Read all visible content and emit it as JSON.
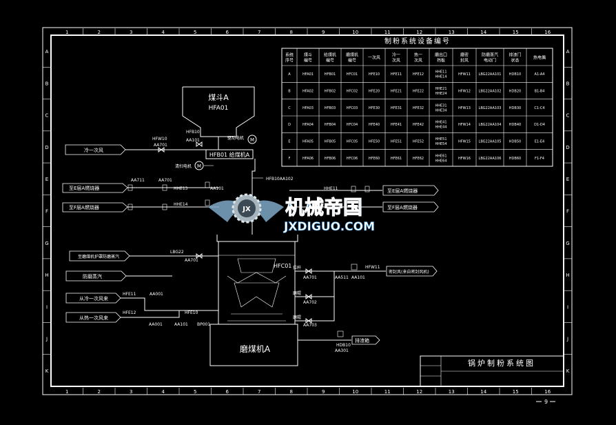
{
  "frame": {
    "columns": [
      "1",
      "2",
      "3",
      "4",
      "5",
      "6",
      "7",
      "8",
      "9",
      "10",
      "11",
      "12",
      "13",
      "14",
      "15",
      "16"
    ],
    "rows": [
      "A",
      "B",
      "C",
      "D",
      "E",
      "F",
      "G",
      "H",
      "I",
      "J",
      "K"
    ],
    "page_number": "9"
  },
  "table": {
    "title": "制粉系统设备编号",
    "headers": [
      "系统序号",
      "煤斗编号",
      "给煤机编号",
      "磨煤机编号",
      "一次风",
      "冷一次风",
      "热一次风",
      "磨出口挡板",
      "磨密封风",
      "防磨蒸汽电动门",
      "排渣门状态",
      "热电偶"
    ],
    "rows": [
      [
        "A",
        "HFA01",
        "HFB01",
        "HFC01",
        "HFE10",
        "HFE11",
        "HFE12",
        "HHE11\nHHE14",
        "HFW11",
        "LBG22AA101",
        "HDB10",
        "A1-A4"
      ],
      [
        "B",
        "HFA02",
        "HFB02",
        "HFC02",
        "HFE20",
        "HFE21",
        "HFE22",
        "HHE21\nHHE24",
        "HFW12",
        "LBG22AA102",
        "HDB20",
        "B1-B4"
      ],
      [
        "C",
        "HFA03",
        "HFB03",
        "HFC03",
        "HFE30",
        "HFE31",
        "HFE32",
        "HHE31\nHHE34",
        "HFW13",
        "LBG22AA103",
        "HDB30",
        "C1-C4"
      ],
      [
        "D",
        "HFA04",
        "HFB04",
        "HFC04",
        "HFE40",
        "HFE41",
        "HFE42",
        "HHE41\nHHE44",
        "HFW14",
        "LBG22AA104",
        "HDB40",
        "D1-D4"
      ],
      [
        "E",
        "HFA05",
        "HFB05",
        "HFC05",
        "HFE50",
        "HFE51",
        "HFE52",
        "HHE51\nHHE54",
        "HFW15",
        "LBG22AA105",
        "HDB50",
        "E1-E4"
      ],
      [
        "F",
        "HFA06",
        "HFB06",
        "HFC06",
        "HFE60",
        "HFE61",
        "HFE62",
        "HHE61\nHHE64",
        "HFW16",
        "LBG22AA106",
        "HDB60",
        "F1-F4"
      ]
    ]
  },
  "hopper": {
    "label": "煤斗A",
    "code": "HFA01"
  },
  "feeder": {
    "label": "HFB01 给煤机A",
    "motor_top": "驱动电机",
    "motor_bottom": "清扫电机"
  },
  "mill": {
    "label": "磨煤机A",
    "code": "HFC01"
  },
  "sources": {
    "cold_air": "冷一次风",
    "burner_e": "至E层A燃烧器",
    "burner_f": "至F层A燃烧器",
    "burner_e2": "至E层A燃烧器",
    "burner_f2": "至F层A燃烧器",
    "steam_from": "至磨煤机护罩防磨蒸汽",
    "steam_anti": "防磨蒸汽",
    "cold_primary": "从冷一次风来",
    "hot_primary": "从热一次风来",
    "seal_air": "密封风(来自密封风机)",
    "discharge": "排渣箱"
  },
  "tags": {
    "hfw10": "HFW10",
    "aa701": "AA701",
    "hfb10": "HFB10",
    "aa101": "AA101",
    "hfb10a102": "HFB10AA102",
    "hhe11": "HHE11",
    "hhe13": "HHE13",
    "hhe14": "HHE14",
    "aa711": "AA711",
    "aa701b": "AA701",
    "aa101b": "AA101",
    "lbg22": "LBG22",
    "aa701c": "AA701",
    "hfe11": "HFE11",
    "hfe12": "HFE12",
    "aa001": "AA001",
    "aa001b": "AA001",
    "hfe10": "HFE10",
    "aa101c": "AA101",
    "bp001": "BP001",
    "pull1": "拉杆",
    "pull2": "磨辊",
    "pull3": "磨辊",
    "aa702": "AA702",
    "aa703": "AA703",
    "aa701d": "AA701",
    "aa511": "AA511",
    "hfw11": "HFW11",
    "aa101d": "AA101",
    "hdb10": "HDB10",
    "aa301": "AA301"
  },
  "title_block": {
    "title": "锅炉制粉系统图"
  },
  "watermark": {
    "brand": "机械帝国",
    "url": "JXDIGUO.COM",
    "badge": "JX"
  }
}
